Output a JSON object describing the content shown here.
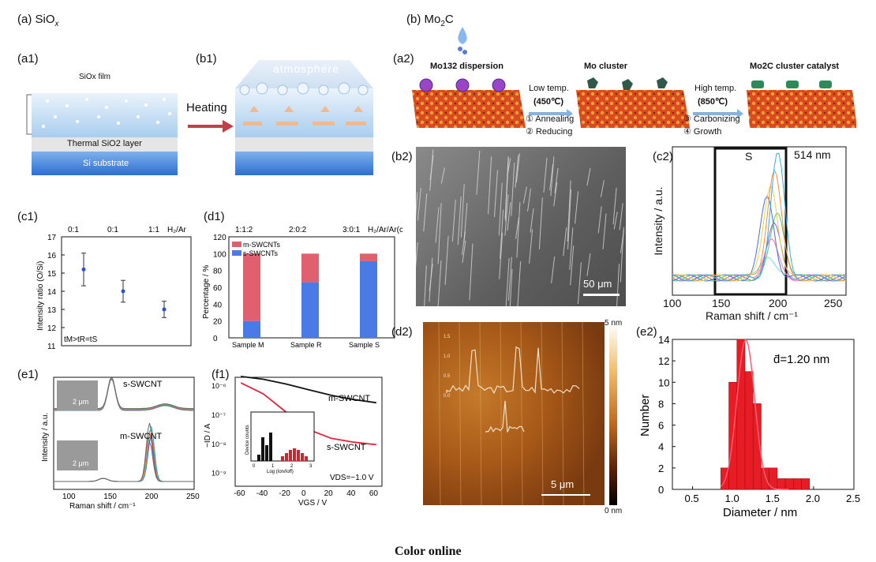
{
  "labels": {
    "a": "(a)  SiO",
    "a_sub": "x",
    "b": "(b)  Mo",
    "b_sub": "2",
    "b_tail": "C",
    "a1": "(a1)",
    "b1": "(b1)",
    "a2": "(a2)",
    "b2": "(b2)",
    "c2": "(c2)",
    "c1": "(c1)",
    "d1": "(d1)",
    "d2": "(d2)",
    "e2": "(e2)",
    "e1": "(e1)",
    "f1": "(f1)"
  },
  "a1": {
    "film": "SiOx film",
    "thermal": "Thermal SiO2 layer",
    "si": "Si substrate"
  },
  "b1": {
    "atmosphere": "atmosphere",
    "heating": "Heating"
  },
  "a2": {
    "dispersion": "Mo132 dispersion",
    "cluster": "Mo cluster",
    "catalyst": "Mo2C cluster catalyst",
    "low_temp": "Low temp.",
    "low_val": "(450℃)",
    "annealing": "① Annealing",
    "reducing": "② Reducing",
    "high_temp": "High temp.",
    "high_val": "(850℃)",
    "carbonizing": "③ Carbonizing",
    "growth": "④ Growth"
  },
  "b2": {
    "scale": "50 μm"
  },
  "c2": {
    "s_label": "S",
    "wavelength": "514 nm",
    "ylabel": "Intensity / a.u.",
    "xlabel": "Raman shift / cm⁻¹",
    "xticks": [
      "100",
      "150",
      "200",
      "250"
    ]
  },
  "c1": {
    "ylabel": "Intensity ratio (O/Si)",
    "top_ticks": [
      "0:1",
      "0:1",
      "1:1"
    ],
    "top_label": "H₂/Ar",
    "yticks": [
      "17",
      "16",
      "15",
      "14",
      "13",
      "12",
      "11"
    ],
    "note": "tM>tR=tS"
  },
  "d1": {
    "top_ticks": [
      "1:1:2",
      "2:0:2",
      "3:0:1"
    ],
    "top_label": "H₂/Ar/Ar(c)",
    "ylabel": "Percentage / %",
    "yticks": [
      "120",
      "100",
      "80",
      "60",
      "40",
      "20",
      "0"
    ],
    "legend_m": "m-SWCNTs",
    "legend_s": "s-SWCNTs",
    "xticks": [
      "Sample M",
      "Sample R",
      "Sample S"
    ]
  },
  "d2": {
    "scale": "5 μm",
    "cb_top": "5 nm",
    "cb_bottom": "0 nm"
  },
  "e2": {
    "mean": "d̄=1.20 nm",
    "ylabel": "Number",
    "xlabel": "Diameter / nm",
    "yticks": [
      "14",
      "12",
      "10",
      "8",
      "6",
      "4",
      "2",
      "0"
    ],
    "xticks": [
      "0.5",
      "1.0",
      "1.5",
      "2.0",
      "2.5"
    ]
  },
  "e1": {
    "s_label": "s-SWCNT",
    "m_label": "m-SWCNT",
    "scale": "2 μm",
    "ylabel": "Intensity / a.u.",
    "xlabel": "Raman shift / cm⁻¹",
    "xticks": [
      "100",
      "150",
      "200",
      "250"
    ]
  },
  "f1": {
    "m_label": "m-SWCNT",
    "s_label": "s-SWCNT",
    "vds": "VDS=−1.0 V",
    "ylabel": "−ID / A",
    "xlabel": "VGS / V",
    "yticks": [
      "10⁻⁶",
      "10⁻⁷",
      "10⁻⁸",
      "10⁻⁹"
    ],
    "xticks": [
      "-60",
      "-40",
      "-20",
      "0",
      "20",
      "40",
      "60"
    ],
    "inset_ylabel": "Device counts",
    "inset_xlabel": "Log (Ion/Ioff)",
    "inset_xticks": [
      "0",
      "1",
      "2",
      "3"
    ]
  },
  "caption": "Color online",
  "colors": {
    "m": "#e06070",
    "s": "#4a7ae6",
    "red": "#e81c24",
    "curve_m": "#111111",
    "curve_s": "#e8203a"
  },
  "chart_data": [
    {
      "type": "scatter",
      "title": "",
      "ylabel": "Intensity ratio (O/Si)",
      "ylim": [
        11,
        17
      ],
      "categories": [
        "0:1",
        "0:1",
        "1:1"
      ],
      "values": [
        15.2,
        14.0,
        13.0
      ],
      "errors": [
        0.9,
        0.6,
        0.45
      ]
    },
    {
      "type": "bar",
      "ylabel": "Percentage / %",
      "ylim": [
        0,
        120
      ],
      "categories": [
        "Sample M",
        "Sample R",
        "Sample S"
      ],
      "series": [
        {
          "name": "s-SWCNTs",
          "values": [
            20,
            66,
            91
          ]
        },
        {
          "name": "m-SWCNTs",
          "values": [
            80,
            34,
            9
          ]
        }
      ]
    },
    {
      "type": "bar",
      "xlabel": "Diameter / nm",
      "ylabel": "Number",
      "xlim": [
        0.25,
        2.5
      ],
      "ylim": [
        0,
        14
      ],
      "x": [
        0.9,
        1.0,
        1.1,
        1.2,
        1.3,
        1.4,
        1.5,
        1.6,
        1.7,
        1.8,
        1.9
      ],
      "values": [
        2,
        10,
        14,
        11,
        8,
        2,
        2,
        1,
        1,
        1,
        1
      ]
    },
    {
      "type": "line",
      "xlabel": "VGS / V",
      "ylabel": "−ID / A",
      "xlim": [
        -65,
        65
      ],
      "series": [
        {
          "name": "m-SWCNT",
          "x": [
            -60,
            -40,
            -20,
            0,
            20,
            40,
            60
          ],
          "y": [
            2e-06,
            1.6e-06,
            1.1e-06,
            7e-07,
            4.5e-07,
            3.2e-07,
            2.5e-07
          ]
        },
        {
          "name": "s-SWCNT",
          "x": [
            -60,
            -40,
            -20,
            0,
            20,
            40,
            60
          ],
          "y": [
            1.2e-06,
            5e-07,
            1.2e-07,
            3e-08,
            1.5e-08,
            1.1e-08,
            9e-09
          ]
        }
      ]
    }
  ]
}
